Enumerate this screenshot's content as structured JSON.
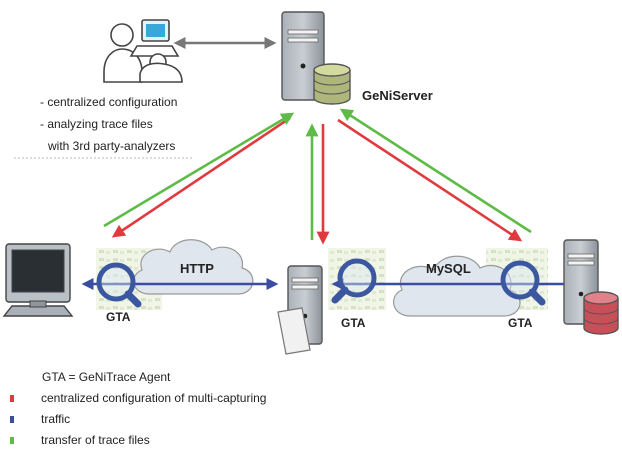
{
  "colors": {
    "config": "#e03a3e",
    "traffic": "#3a4da0",
    "transfer": "#5dbb46",
    "admin_link": "#777777",
    "server_body": "#8e969e",
    "db_green": "#aeb67c",
    "db_red": "#c75058",
    "cloud": "#dfe6ee"
  },
  "icons": {
    "admin": "admin-user-computer-icon",
    "server": "server-icon",
    "database": "database-icon",
    "workstation": "workstation-icon",
    "magnifier": "magnifier-icon",
    "document": "document-icon",
    "cloud": "cloud-icon"
  },
  "labels": {
    "geniserver": "GeNiServer",
    "http": "HTTP",
    "mysql": "MySQL",
    "gta_left": "GTA",
    "gta_center": "GTA",
    "gta_right": "GTA"
  },
  "admin_notes": [
    "- centralized configuration",
    "- analyzing trace files",
    "with 3rd party-analyzers"
  ],
  "legend": {
    "definition": "GTA = GeNiTrace Agent",
    "items": [
      {
        "label": "centralized configuration of multi-capturing",
        "color": "#e03a3e"
      },
      {
        "label": "traffic",
        "color": "#3a4da0"
      },
      {
        "label": "transfer of trace files",
        "color": "#5dbb46"
      }
    ]
  }
}
